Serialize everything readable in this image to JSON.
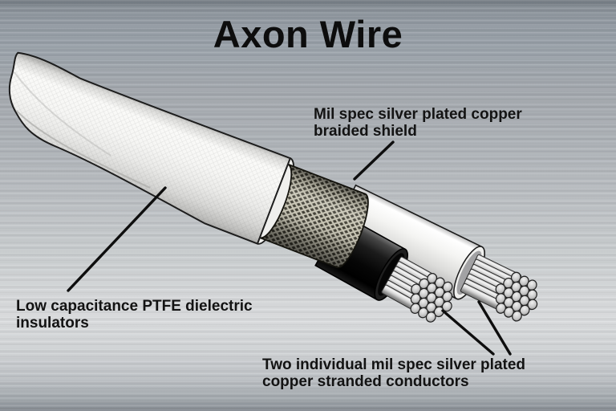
{
  "title": "Axon Wire",
  "labels": {
    "braided_shield": {
      "text": "Mil spec silver plated copper braided shield",
      "lines": [
        "Mil spec silver plated copper",
        "braided shield"
      ]
    },
    "dielectric_insulators": {
      "text": "Low capacitance PTFE dielectric insulators",
      "lines": [
        "Low capacitance PTFE dielectric",
        "insulators"
      ]
    },
    "stranded_conductors": {
      "text": "Two individual mil spec silver plated copper stranded conductors",
      "lines": [
        "Two individual mil spec silver plated",
        "copper stranded conductors"
      ]
    }
  },
  "diagram": {
    "type": "annotated-cutaway-illustration",
    "subject": "Axon twin-conductor shielded audio wire",
    "parts": [
      "PTFE outer jacket with twisted cut end",
      "braided shield (woven mesh)",
      "black inner conductor insulation",
      "white inner conductor insulation",
      "two stranded conductor bundles (19 strands each)"
    ],
    "colors": {
      "background_top": "#8f979e",
      "background_middle": "#d8dadc",
      "background_bottom": "#868c93",
      "jacket_white": "#f6f6f4",
      "braid_wire": "#c6c3b2",
      "braid_dark": "#3c3a30",
      "insulation_black": "#111111",
      "insulation_white": "#f0f0ee",
      "strand_silver": "#c9c9c9",
      "text": "#131313",
      "leader_line": "#0e0e0e"
    }
  }
}
